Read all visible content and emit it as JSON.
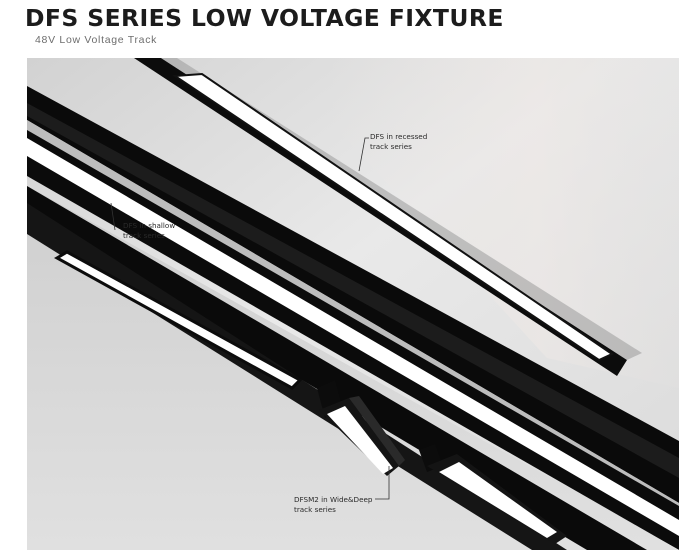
{
  "header": {
    "title": "DFS SERIES LOW VOLTAGE FIXTURE",
    "subtitle": "48V  Low Voltage Track"
  },
  "callouts": [
    {
      "line1": "DFS in recessed",
      "line2": "track series"
    },
    {
      "line1": "DFS in shallow",
      "line2": "track series"
    },
    {
      "line1": "DFSM2 in Wide&Deep",
      "line2": "track series"
    }
  ],
  "colors": {
    "track": "#0d0d0d",
    "ceiling_light": "#e6e6e6",
    "ceiling_shadow": "#c9c9c9",
    "led": "#ffffff"
  }
}
